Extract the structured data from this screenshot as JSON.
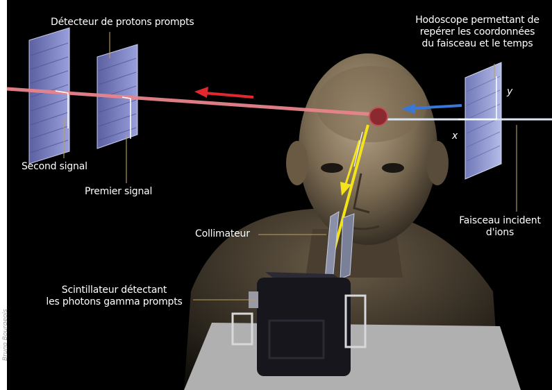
{
  "labels": {
    "detecteur": "Détecteur de protons prompts",
    "hodoscope_l1": "Hodoscope permettant de",
    "hodoscope_l2": "repérer les coordonnées",
    "hodoscope_l3": "du faisceau et le temps",
    "y_axis": "y",
    "x_axis": "x",
    "second_signal": "Second signal",
    "premier_signal": "Premier signal",
    "faisceau_l1": "Faisceau incident",
    "faisceau_l2": "d'ions",
    "collimateur": "Collimateur",
    "scintillateur_l1": "Scintillateur détectant",
    "scintillateur_l2": "les photons gamma prompts"
  },
  "credit": "Bruno Bourgeois",
  "colors": {
    "background": "#000000",
    "proton_beam": "#e8848c",
    "red_arrow": "#e0282e",
    "blue_arrow": "#3a78d8",
    "ion_beam": "#d8e4f4",
    "gamma_ray": "#f2e418",
    "detector_plate": "#7a80c0",
    "hodoscope_plate": "#8e9ad0",
    "scintillator_box": "#16161c",
    "table": "#b0b0b0",
    "leader_line": "#b8a060"
  }
}
